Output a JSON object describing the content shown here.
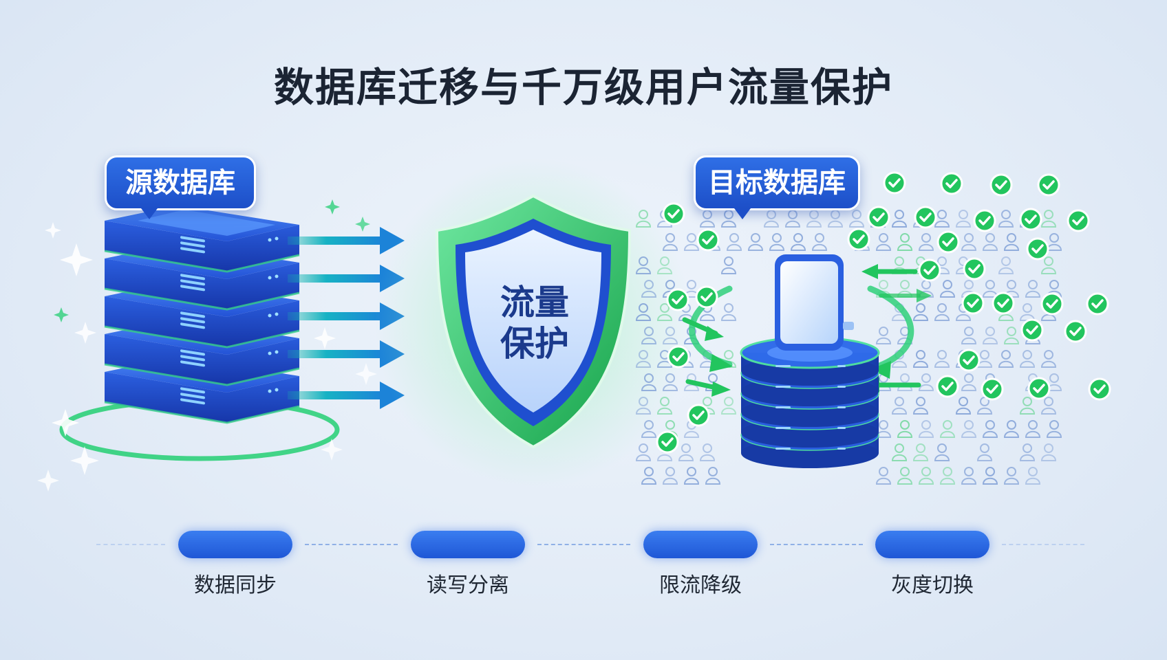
{
  "title": "数据库迁移与千万级用户流量保护",
  "source_label": "源数据库",
  "target_label": "目标数据库",
  "shield_text_line1": "流量",
  "shield_text_line2": "保护",
  "steps": [
    {
      "label": "数据同步"
    },
    {
      "label": "读写分离"
    },
    {
      "label": "限流降级"
    },
    {
      "label": "灰度切换"
    }
  ],
  "colors": {
    "primary_blue": "#1d4fc8",
    "accent_green": "#22c55e",
    "teal_arrow": "#1aa6c9",
    "title_text": "#1b2433"
  }
}
